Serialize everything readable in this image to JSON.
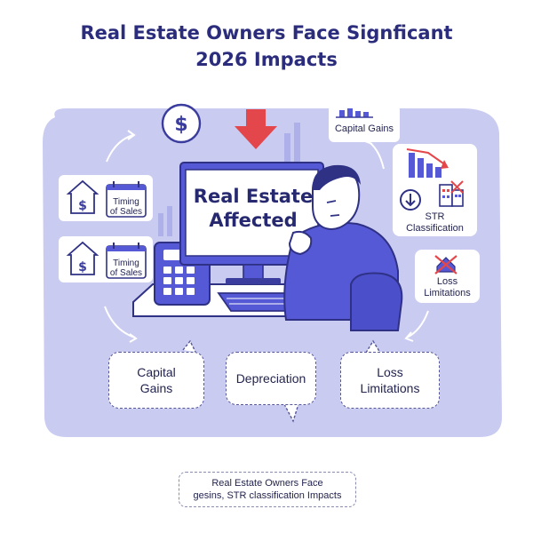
{
  "title": {
    "line1": "Real Estate Owners Face Signficant",
    "line2": "2026 Impacts"
  },
  "monitor": {
    "line1": "Real Estate",
    "line2": "Affected"
  },
  "cards": {
    "timing_top": [
      "Timing",
      "of Sales"
    ],
    "timing_bottom": [
      "Timing",
      "of Sales"
    ],
    "capital_gains_top": "Capital Gains",
    "str": [
      "STR",
      "Classification"
    ],
    "loss": [
      "Loss",
      "Limitations"
    ]
  },
  "bubbles": {
    "capital_gains": [
      "Capital",
      "Gains"
    ],
    "depreciation": "Depreciation",
    "loss_limitations": [
      "Loss",
      "Limitations"
    ]
  },
  "caption": {
    "line1": "Real Estate Owners Face",
    "line2": "gesins, STR classification Impacts"
  },
  "icons": {
    "dollar": "$"
  },
  "colors": {
    "title": "#2b2d7c",
    "background_blob": "#c9cbf1",
    "accent_blue": "#5559d6",
    "down_arrow": "#e4474b"
  }
}
